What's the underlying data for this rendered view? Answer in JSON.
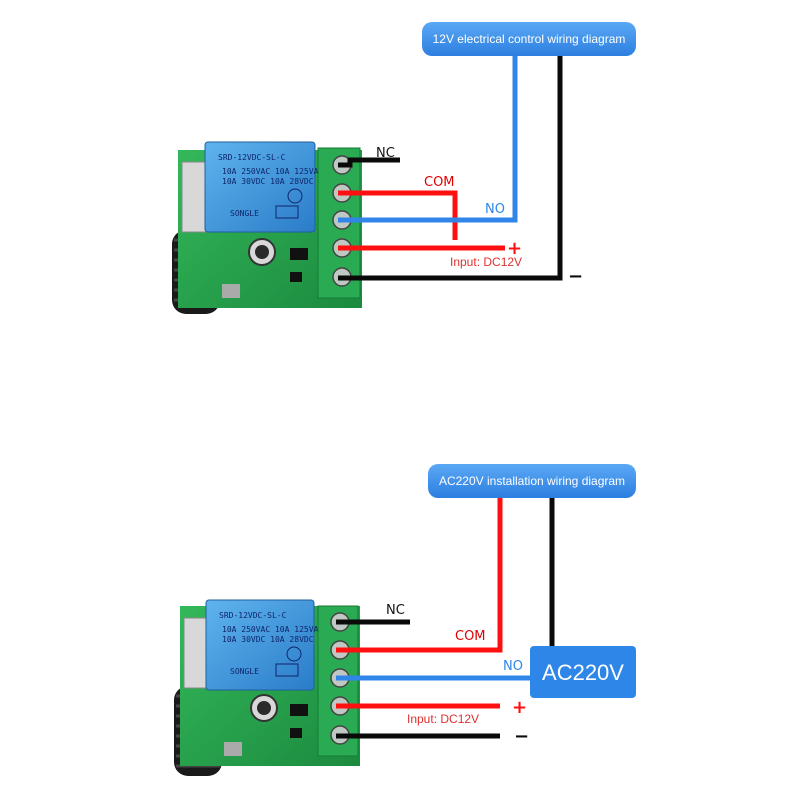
{
  "top": {
    "title": "12V electrical control wiring diagram",
    "nc": "NC",
    "com": "COM",
    "no": "NO",
    "input": "Input: DC12V",
    "plus": "+",
    "minus": "−"
  },
  "bottom": {
    "title": "AC220V installation wiring diagram",
    "nc": "NC",
    "com": "COM",
    "no": "NO",
    "input": "Input: DC12V",
    "plus": "+",
    "minus": "−",
    "ac_box": "AC220V"
  },
  "relay": {
    "model": "SRD-12VDC-SL-C",
    "rating1": "10A 250VAC 10A 125VAC",
    "rating2": "10A 30VDC 10A 28VDC",
    "brand": "SONGLE"
  },
  "colors": {
    "blue": "#2f86e8",
    "red": "#ff1010",
    "black": "#0a0a0a",
    "pcb": "#22a04a",
    "relay": "#2f8fd8"
  }
}
